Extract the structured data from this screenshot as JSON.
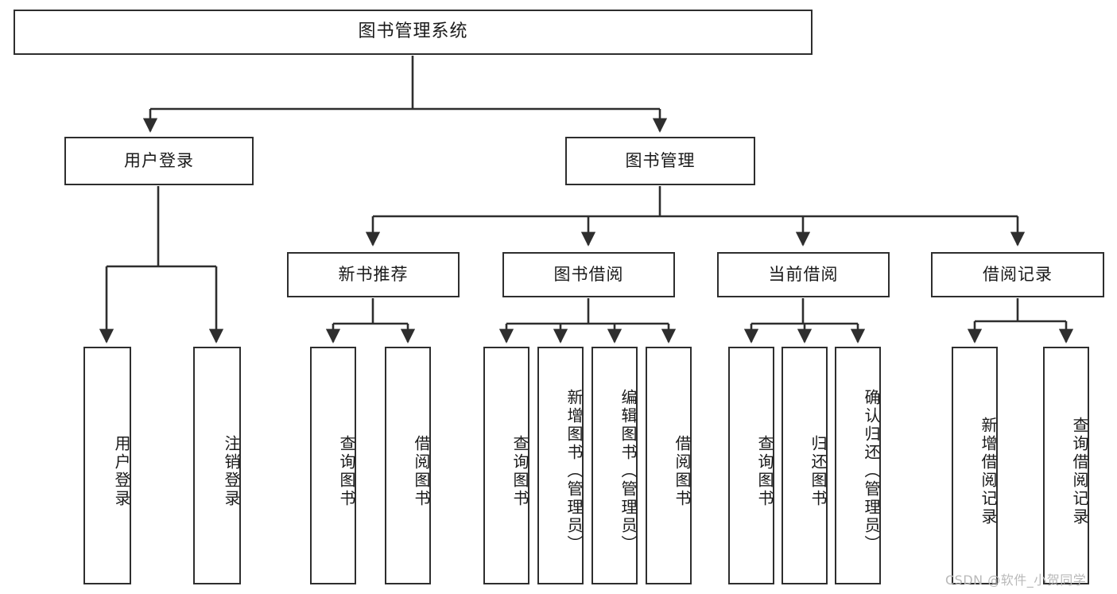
{
  "diagram": {
    "title": "图书管理系统",
    "type": "hierarchy-tree",
    "watermark": "CSDN @软件_小贺同学",
    "colors": {
      "box_border": "#2e2e2e",
      "box_fill": "#ffffff",
      "link": "#2e2e2e",
      "text": "#1a1a1a",
      "watermark": "#b9b9b9",
      "background": "#ffffff"
    },
    "levels": {
      "root": {
        "label": "图书管理系统"
      },
      "level2": [
        {
          "id": "user-login",
          "label": "用户登录"
        },
        {
          "id": "book-manage",
          "label": "图书管理"
        }
      ],
      "level3": [
        {
          "id": "new-book-recommend",
          "label": "新书推荐",
          "parent": "book-manage"
        },
        {
          "id": "book-borrow",
          "label": "图书借阅",
          "parent": "book-manage"
        },
        {
          "id": "current-borrow",
          "label": "当前借阅",
          "parent": "book-manage"
        },
        {
          "id": "borrow-record",
          "label": "借阅记录",
          "parent": "book-manage"
        }
      ],
      "leaves": {
        "user-login": [
          {
            "id": "leaf-user-login",
            "label": "用户登录"
          },
          {
            "id": "leaf-logout-login",
            "label": "注销登录"
          }
        ],
        "new-book-recommend": [
          {
            "id": "leaf-query-book-1",
            "label": "查询图书"
          },
          {
            "id": "leaf-borrow-book-1",
            "label": "借阅图书"
          }
        ],
        "book-borrow": [
          {
            "id": "leaf-query-book-2",
            "label": "查询图书"
          },
          {
            "id": "leaf-add-book-admin",
            "label": "新增图书（管理员）"
          },
          {
            "id": "leaf-edit-book-admin",
            "label": "编辑图书（管理员）"
          },
          {
            "id": "leaf-borrow-book-2",
            "label": "借阅图书"
          }
        ],
        "current-borrow": [
          {
            "id": "leaf-query-book-3",
            "label": "查询图书"
          },
          {
            "id": "leaf-return-book",
            "label": "归还图书"
          },
          {
            "id": "leaf-confirm-return-admin",
            "label": "确认归还（管理员）"
          }
        ],
        "borrow-record": [
          {
            "id": "leaf-add-borrow-record",
            "label": "新增借阅记录"
          },
          {
            "id": "leaf-query-borrow-record",
            "label": "查询借阅记录"
          }
        ]
      }
    }
  }
}
